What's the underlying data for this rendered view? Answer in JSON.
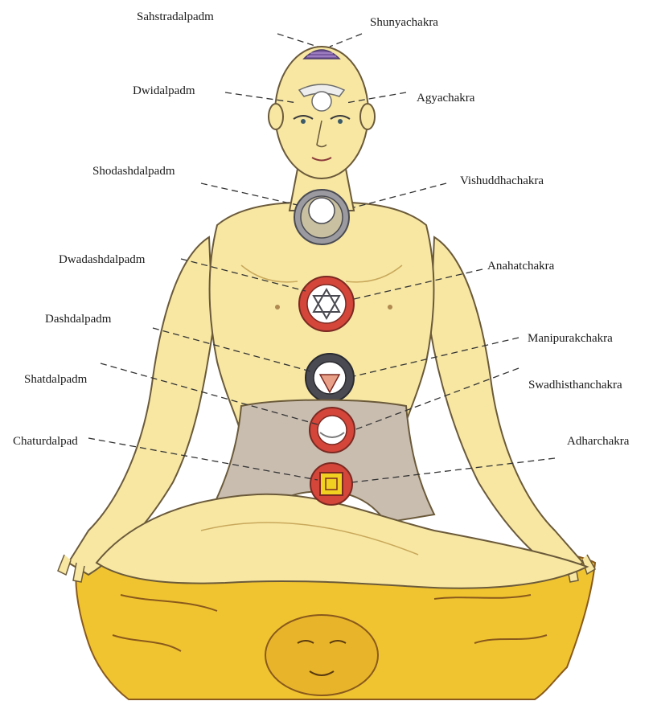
{
  "labels_left": [
    "Sahstradalpadm",
    "Dwidalpadm",
    "Shodashdalpadm",
    "Dwadashdalpadm",
    "Dashdalpadm",
    "Shatdalpadm",
    "Chaturdalpad"
  ],
  "labels_right": [
    "Shunyachakra",
    "Agyachakra",
    "Vishuddhachakra",
    "Anahatchakra",
    "Manipurakchakra",
    "Swadhisthanchakra",
    "Adharchakra"
  ],
  "colors": {
    "skin": "#f7e7a3",
    "skin_shadow": "#e9cf7c",
    "cloth": "#c9bdb0",
    "tiger": "#f0c431",
    "tiger_stripe": "#8a5a1c",
    "chakra_red": "#d4453a",
    "chakra_dark": "#4a4a52",
    "outline": "#6b5a3a"
  }
}
